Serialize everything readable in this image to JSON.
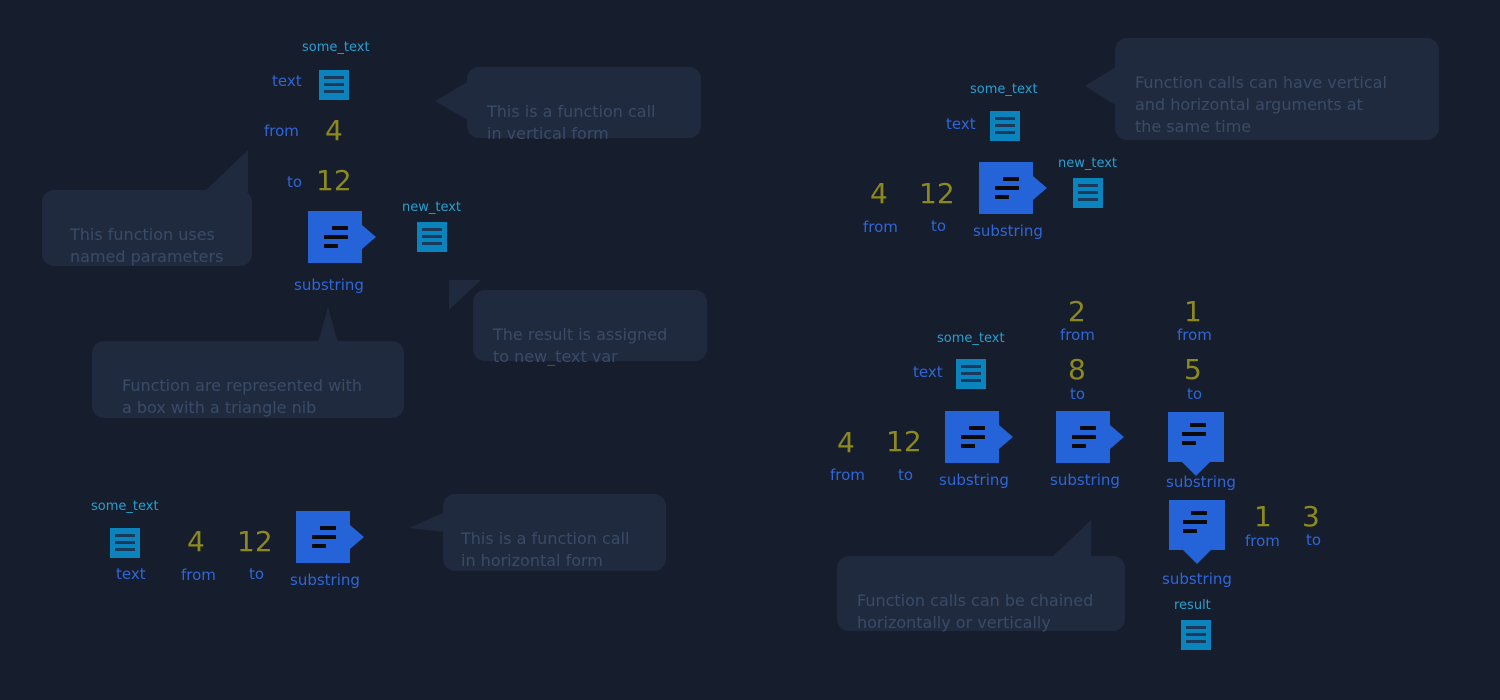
{
  "terms": {
    "some_text": "some_text",
    "text": "text",
    "from": "from",
    "to": "to",
    "new_text": "new_text",
    "substring": "substring",
    "result": "result"
  },
  "numbers": {
    "n1": "1",
    "n2": "2",
    "n3": "3",
    "n4": "4",
    "n5": "5",
    "n8": "8",
    "n12": "12"
  },
  "notes": {
    "vertical_form": "This is a function call\nin vertical form",
    "named_params": "This function uses\nnamed parameters",
    "result_assigned": "The result is assigned\nto new_text var",
    "box_nib": "Function are represented with\na box with a triangle nib",
    "horizontal_form": "This is a function call\nin horizontal form",
    "mixed_args": "Function calls can have vertical\nand horizontal arguments at\nthe same time",
    "chained": "Function calls can be chained\nhorizontally or vertically"
  },
  "colors": {
    "background": "#161d2c",
    "function_box": "#2563d9",
    "variable_icon": "#0b84bd",
    "number": "#8c8a1e",
    "param_label": "#2f66d8",
    "variable_label": "#2a9fd0",
    "note_bubble": "#1f2a3e",
    "note_text": "#3a4b67"
  },
  "icons": {
    "function": "function-box-nib-icon",
    "variable": "variable-list-icon"
  }
}
